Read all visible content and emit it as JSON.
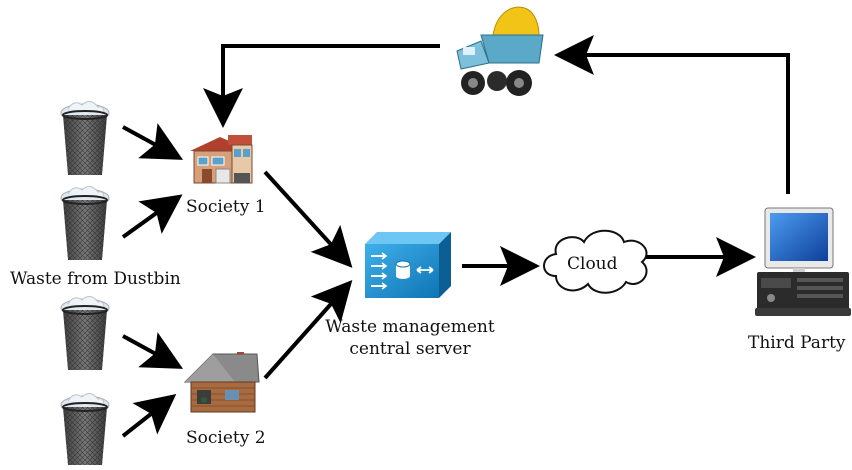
{
  "labels": {
    "society1": "Society 1",
    "society2": "Society 2",
    "waste_from_dustbin": "Waste from Dustbin",
    "server_line1": "Waste management",
    "server_line2": "central server",
    "cloud": "Cloud",
    "third_party": "Third Party"
  },
  "colors": {
    "arrow": "#000000",
    "server_blue": "#1f8fd0",
    "truck_body": "#5aa9c8",
    "truck_load": "#f2c417",
    "house_roof": "#b0402c",
    "house_wall": "#d7a07a",
    "hut_roof": "#8a8a8a",
    "hut_wall": "#a86a3f",
    "bin_body": "#5a5a5a",
    "monitor_screen": "#1d5fbf"
  },
  "icons": [
    "dustbin-icon",
    "house-icon",
    "hut-icon",
    "server-icon",
    "cloud-icon",
    "computer-icon",
    "truck-icon"
  ]
}
